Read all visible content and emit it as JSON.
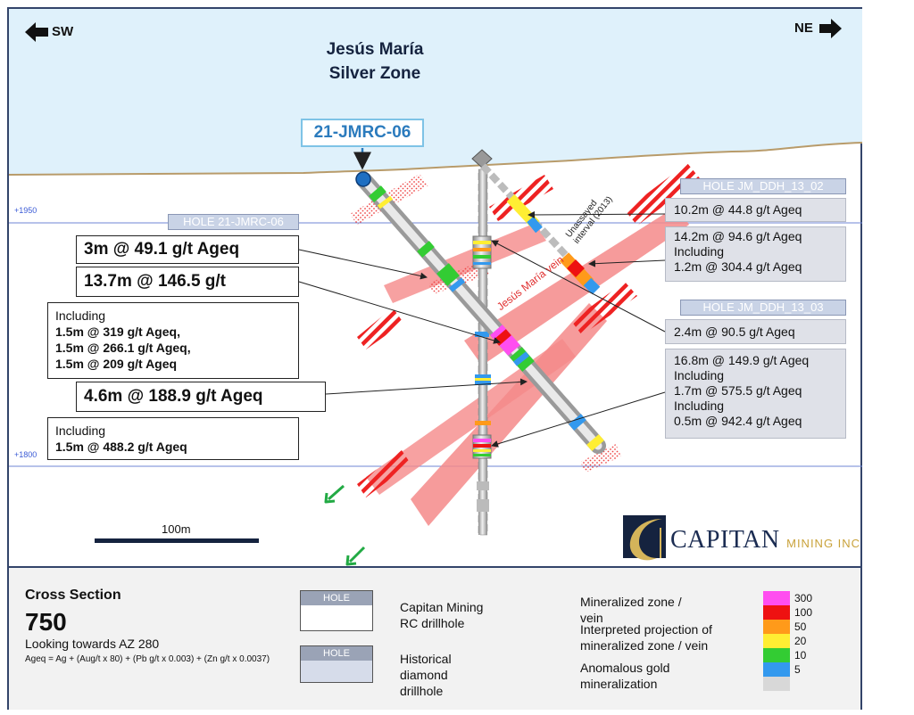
{
  "title": {
    "line1": "Jesús María",
    "line2": "Silver Zone"
  },
  "directions": {
    "sw": "SW",
    "ne": "NE"
  },
  "drillhole_callout": "21-JMRC-06",
  "hole_labels": {
    "jmrc06": "HOLE 21-JMRC-06",
    "ddh13_02": "HOLE JM_DDH_13_02",
    "ddh13_03": "HOLE JM_DDH_13_03"
  },
  "elevations": {
    "e1950": "+1950",
    "e1800": "+1800"
  },
  "section_labels": {
    "vein": "Jesús María vein",
    "unassayed_line1": "Unassayed",
    "unassayed_line2": "interval (2013)"
  },
  "left_intervals": {
    "i1": "3m @ 49.1 g/t Ageq",
    "i2": "13.7m @ 146.5 g/t",
    "i3_including": "Including",
    "i3_lines": [
      "1.5m @ 319 g/t Ageq,",
      "1.5m @ 266.1 g/t Ageq,",
      "1.5m @ 209 g/t Ageq"
    ],
    "i4": "4.6m @ 188.9 g/t Ageq",
    "i5_including": "Including",
    "i5_line": "1.5m @ 488.2 g/t Ageq"
  },
  "right_intervals": {
    "r1": "10.2m @ 44.8 g/t Ageq",
    "r2": [
      "14.2m @ 94.6 g/t Ageq",
      "Including",
      "1.2m @ 304.4 g/t Ageq"
    ],
    "r3": "2.4m @ 90.5 g/t Ageq",
    "r4": [
      "16.8m @ 149.9 g/t Ageq",
      "Including",
      "1.7m @ 575.5 g/t Ageq",
      "Including",
      "0.5m @ 942.4 g/t Ageq"
    ]
  },
  "scale_label": "100m",
  "logo": {
    "name": "CAPITAN",
    "sub": "MINING INC"
  },
  "legend": {
    "cross_section": "Cross Section",
    "section_number": "750",
    "looking": "Looking towards AZ 280",
    "formula": "Ageq = Ag + (Aug/t x 80) + (Pb g/t x 0.003) + (Zn g/t x 0.0037)",
    "hole_header": "HOLE",
    "rc_drillhole": [
      "Capitan Mining",
      "RC drillhole"
    ],
    "historical": [
      "Historical",
      "diamond",
      "drillhole"
    ],
    "mineralized": [
      "Mineralized zone /",
      "vein"
    ],
    "interpreted": [
      "Interpreted projection of",
      "mineralized zone / vein"
    ],
    "anomalous": [
      "Anomalous gold",
      "mineralization"
    ],
    "grade_scale": [
      {
        "label": "300",
        "color": "#ff4ef0"
      },
      {
        "label": "100",
        "color": "#ee1111"
      },
      {
        "label": "50",
        "color": "#ff9a1a"
      },
      {
        "label": "20",
        "color": "#ffee33"
      },
      {
        "label": "10",
        "color": "#33cc33"
      },
      {
        "label": "5",
        "color": "#3399ee"
      },
      {
        "label": "",
        "color": "#d8d8d8"
      }
    ]
  },
  "colors": {
    "sky": "#dff1fb",
    "vein": "#f58a8a",
    "frame": "#33446a",
    "hatch": "#ee2222"
  }
}
